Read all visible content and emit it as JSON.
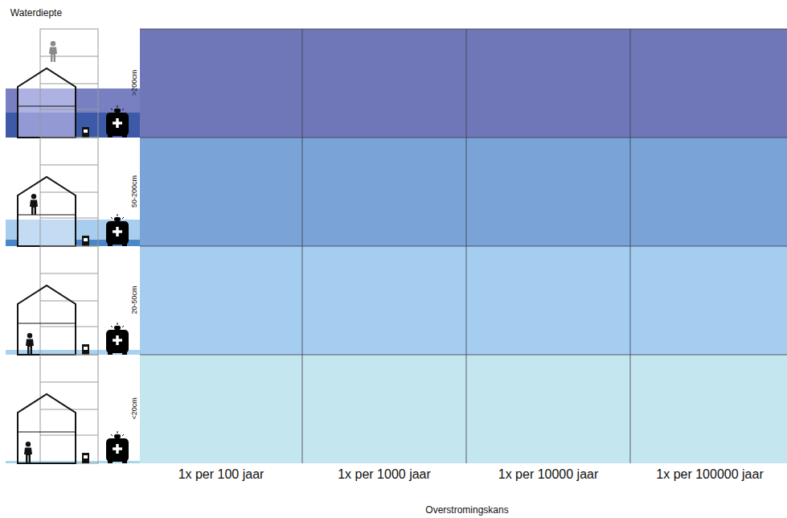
{
  "diagram": {
    "labels": [
      "Waterdiepte",
      ">200cm",
      "50-200cm",
      "20-50cm",
      "<20cm",
      "1x per 100 jaar",
      "1x per 1000 jaar",
      "1x per 10000 jaar",
      "1x per 100000 jaar",
      "Overstromingskans"
    ]
  }
}
